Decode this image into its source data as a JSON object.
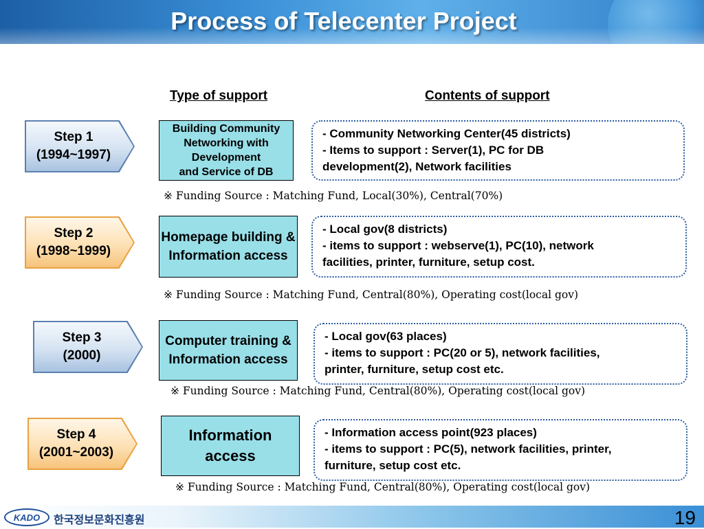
{
  "title": "Process of Telecenter Project",
  "headers": {
    "type": "Type of support",
    "contents": "Contents of support"
  },
  "steps": [
    {
      "label": "Step 1",
      "period": "(1994~1997)",
      "color": "blue",
      "type": "Building Community\nNetworking with\nDevelopment\nand Service of DB",
      "contents": "- Community Networking Center(45 districts)\n- Items to support : Server(1), PC for DB\ndevelopment(2), Network facilities",
      "funding": "※ Funding Source : Matching Fund, Local(30%), Central(70%)"
    },
    {
      "label": "Step 2",
      "period": "(1998~1999)",
      "color": "orange",
      "type": "Homepage building &\nInformation access",
      "contents": "- Local gov(8 districts)\n- items to support : webserve(1), PC(10), network\nfacilities, printer, furniture, setup cost.",
      "funding": "※ Funding Source : Matching Fund, Central(80%), Operating cost(local gov)"
    },
    {
      "label": "Step 3",
      "period": "(2000)",
      "color": "blue",
      "type": "Computer training &\nInformation access",
      "contents": "- Local gov(63 places)\n- items to support : PC(20 or 5), network facilities,\nprinter, furniture, setup cost etc.",
      "funding": "※ Funding Source : Matching Fund, Central(80%), Operating cost(local gov)"
    },
    {
      "label": "Step 4",
      "period": "(2001~2003)",
      "color": "orange",
      "type": "Information\naccess",
      "contents": "- Information access point(923 places)\n- items to support : PC(5), network facilities, printer,\nfurniture, setup cost etc.",
      "funding": "※ Funding Source : Matching Fund, Central(80%), Operating cost(local gov)"
    }
  ],
  "footer": {
    "logo": "KADO",
    "org_name": "한국정보문화진흥원",
    "page": "19"
  }
}
